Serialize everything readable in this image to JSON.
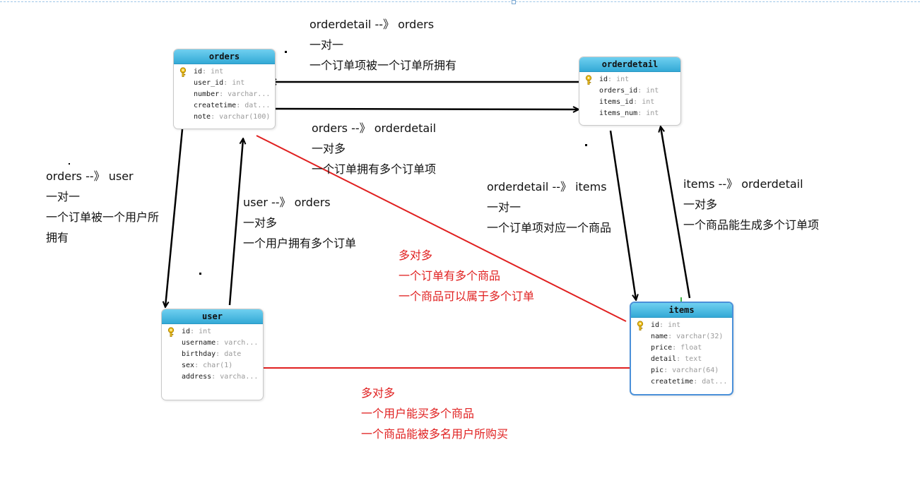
{
  "colors": {
    "table_header_top": "#6fd0f0",
    "table_header_bottom": "#33a9d6",
    "relation_black": "#000000",
    "relation_red": "#e02020",
    "selected_border": "#4a90d9"
  },
  "tables": {
    "orders": {
      "title": "orders",
      "fields": [
        {
          "name": "id",
          "type": ": int",
          "key": true
        },
        {
          "name": "user_id",
          "type": ": int"
        },
        {
          "name": "number",
          "type": ": varchar..."
        },
        {
          "name": "createtime",
          "type": ": dat..."
        },
        {
          "name": "note",
          "type": ": varchar(100)"
        }
      ]
    },
    "orderdetail": {
      "title": "orderdetail",
      "fields": [
        {
          "name": "id",
          "type": ": int",
          "key": true
        },
        {
          "name": "orders_id",
          "type": ": int"
        },
        {
          "name": "items_id",
          "type": ": int"
        },
        {
          "name": "items_num",
          "type": ": int"
        }
      ]
    },
    "user": {
      "title": "user",
      "fields": [
        {
          "name": "id",
          "type": ": int",
          "key": true
        },
        {
          "name": "username",
          "type": ": varch..."
        },
        {
          "name": "birthday",
          "type": ": date"
        },
        {
          "name": "sex",
          "type": ": char(1)"
        },
        {
          "name": "address",
          "type": ": varcha..."
        }
      ]
    },
    "items": {
      "title": "items",
      "fields": [
        {
          "name": "id",
          "type": ": int",
          "key": true
        },
        {
          "name": "name",
          "type": ": varchar(32)"
        },
        {
          "name": "price",
          "type": ": float"
        },
        {
          "name": "detail",
          "type": ": text"
        },
        {
          "name": "pic",
          "type": ": varchar(64)"
        },
        {
          "name": "createtime",
          "type": ": dat..."
        }
      ]
    }
  },
  "annotations": {
    "orderdetail_to_orders": {
      "title": "orderdetail --》 orders",
      "lines": [
        "一对一",
        "一个订单项被一个订单所拥有"
      ]
    },
    "orders_to_orderdetail": {
      "title": "orders --》 orderdetail",
      "lines": [
        "一对多",
        "一个订单拥有多个订单项"
      ]
    },
    "orders_to_user": {
      "title": "orders --》 user",
      "lines": [
        "一对一",
        "一个订单被一个用户所",
        "拥有"
      ]
    },
    "user_to_orders": {
      "title": "user --》 orders",
      "lines": [
        "一对多",
        "一个用户拥有多个订单"
      ]
    },
    "orderdetail_to_items": {
      "title": "orderdetail --》 items",
      "lines": [
        "一对一",
        "一个订单项对应一个商品"
      ]
    },
    "items_to_orderdetail": {
      "title": "items --》 orderdetail",
      "lines": [
        "一对多",
        "一个商品能生成多个订单项"
      ]
    },
    "orders_items": {
      "lines": [
        "多对多",
        "一个订单有多个商品",
        "一个商品可以属于多个订单"
      ]
    },
    "user_items": {
      "lines": [
        "多对多",
        "一个用户能买多个商品",
        "一个商品能被多名用户所购买"
      ]
    }
  }
}
